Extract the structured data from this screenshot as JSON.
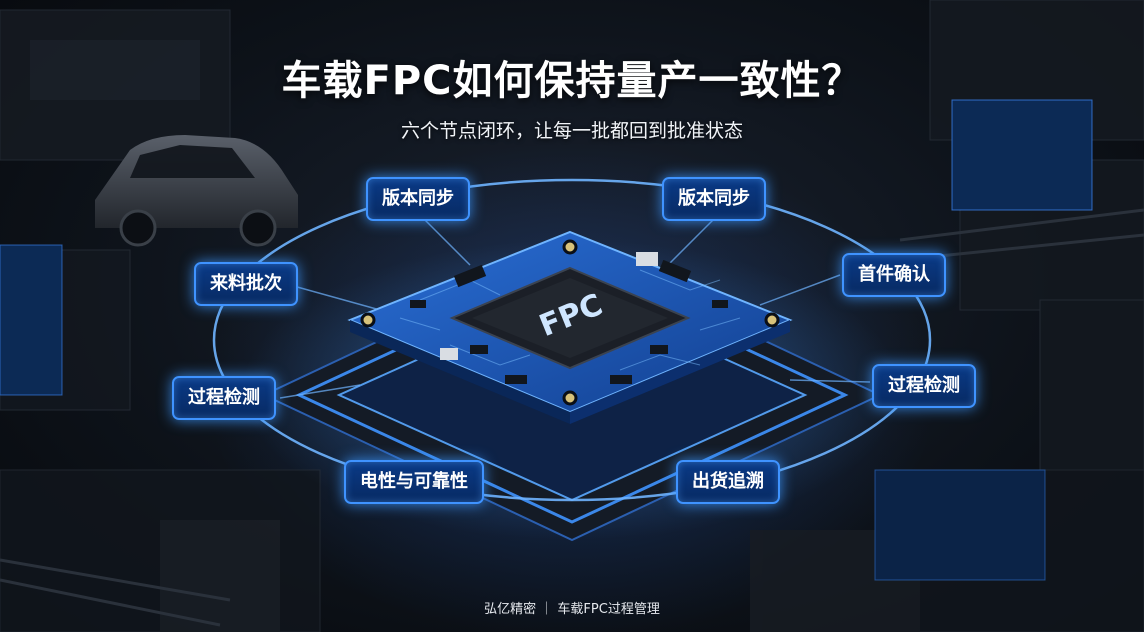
{
  "title": "车载FPC如何保持量产一致性？",
  "subtitle": "六个节点闭环，让每一批都回到批准状态",
  "chip_label": "FPC",
  "nodes": {
    "top_left": "版本同步",
    "top_right": "版本同步",
    "left_upper": "来料批次",
    "right_upper": "首件确认",
    "left_mid": "过程检测",
    "right_mid": "过程检测",
    "bottom_left": "电性与可靠性",
    "bottom_right": "出货追溯"
  },
  "footer": "弘亿精密 ｜ 车载FPC过程管理",
  "colors": {
    "accent": "#3f93ff",
    "node_fill": "#0a3a86",
    "board": "#1c57b8",
    "chip": "#1b1f27",
    "background": "#0d1219"
  }
}
